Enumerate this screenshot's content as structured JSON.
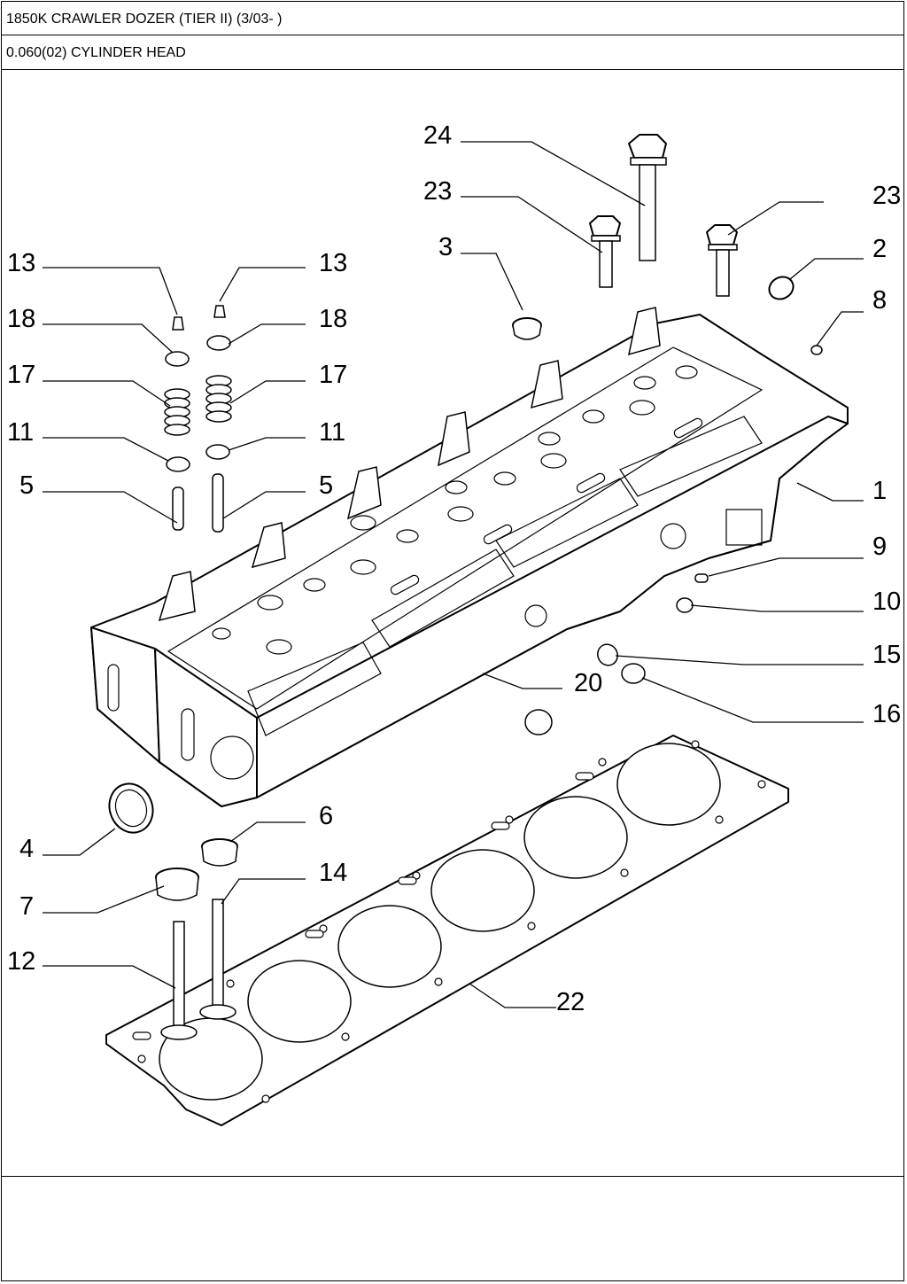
{
  "header": {
    "title": "1850K CRAWLER DOZER (TIER II) (3/03- )",
    "section": "0.060(02) CYLINDER HEAD"
  },
  "callouts": [
    {
      "id": "c24",
      "text": "24"
    },
    {
      "id": "c23a",
      "text": "23"
    },
    {
      "id": "c23b",
      "text": "23"
    },
    {
      "id": "c3",
      "text": "3"
    },
    {
      "id": "c2",
      "text": "2"
    },
    {
      "id": "c8",
      "text": "8"
    },
    {
      "id": "c13a",
      "text": "13"
    },
    {
      "id": "c13b",
      "text": "13"
    },
    {
      "id": "c18a",
      "text": "18"
    },
    {
      "id": "c18b",
      "text": "18"
    },
    {
      "id": "c17a",
      "text": "17"
    },
    {
      "id": "c17b",
      "text": "17"
    },
    {
      "id": "c11a",
      "text": "11"
    },
    {
      "id": "c11b",
      "text": "11"
    },
    {
      "id": "c5a",
      "text": "5"
    },
    {
      "id": "c5b",
      "text": "5"
    },
    {
      "id": "c1",
      "text": "1"
    },
    {
      "id": "c9",
      "text": "9"
    },
    {
      "id": "c10",
      "text": "10"
    },
    {
      "id": "c15",
      "text": "15"
    },
    {
      "id": "c20",
      "text": "20"
    },
    {
      "id": "c16",
      "text": "16"
    },
    {
      "id": "c6",
      "text": "6"
    },
    {
      "id": "c4",
      "text": "4"
    },
    {
      "id": "c14",
      "text": "14"
    },
    {
      "id": "c7",
      "text": "7"
    },
    {
      "id": "c12",
      "text": "12"
    },
    {
      "id": "c22",
      "text": "22"
    }
  ]
}
